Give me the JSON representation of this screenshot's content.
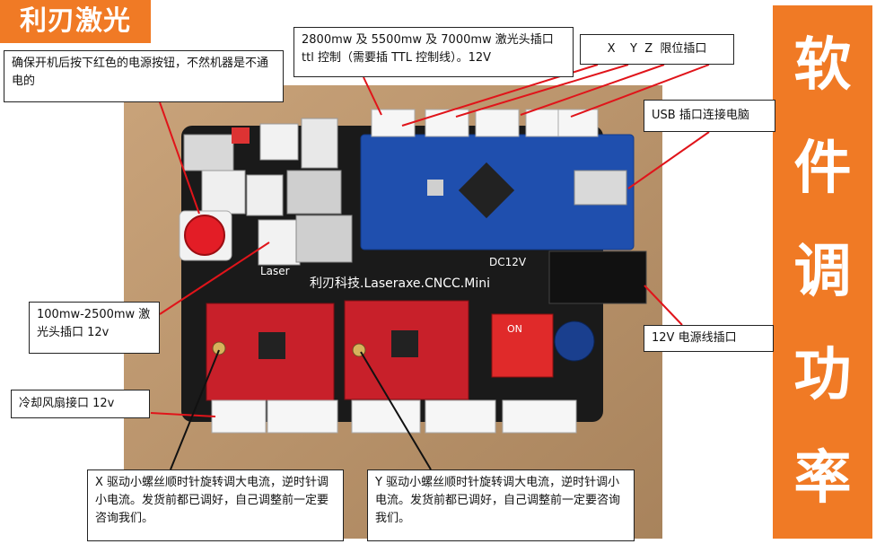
{
  "brand": "利刃激光",
  "banner_chars": [
    "软",
    "件",
    "调",
    "功",
    "率"
  ],
  "board": {
    "silk_title": "利刃科技.Laseraxe.CNCC.Mini",
    "laser_label": "Laser",
    "dc_label": "DC12V",
    "dip_label": "ON"
  },
  "callouts": {
    "power_button": "确保开机后按下红色的电源按钮，不然机器是不通电的",
    "ttl_header": "2800mw 及 5500mw 及 7000mw 激光头插口 ttl 控制（需要插 TTL 控制线）。12V",
    "limit_ports": "X    Y  Z  限位插口",
    "usb": "USB 插口连接电脑",
    "laser_port": "100mw-2500mw 激光头插口 12v",
    "power_12v": "12V 电源线插口",
    "fan_port": "冷却风扇接口 12v",
    "x_driver": "X 驱动小螺丝顺时针旋转调大电流，逆时针调小电流。发货前都已调好，自己调整前一定要咨询我们。",
    "y_driver": "Y 驱动小螺丝顺时针旋转调大电流，逆时针调小电流。发货前都已调好，自己调整前一定要咨询我们。"
  },
  "colors": {
    "accent_orange": "#f07a25",
    "board_black": "#1a1a1a",
    "nano_blue": "#1f4fae",
    "driver_red": "#c8202a",
    "pointer_red": "#e0141a"
  }
}
